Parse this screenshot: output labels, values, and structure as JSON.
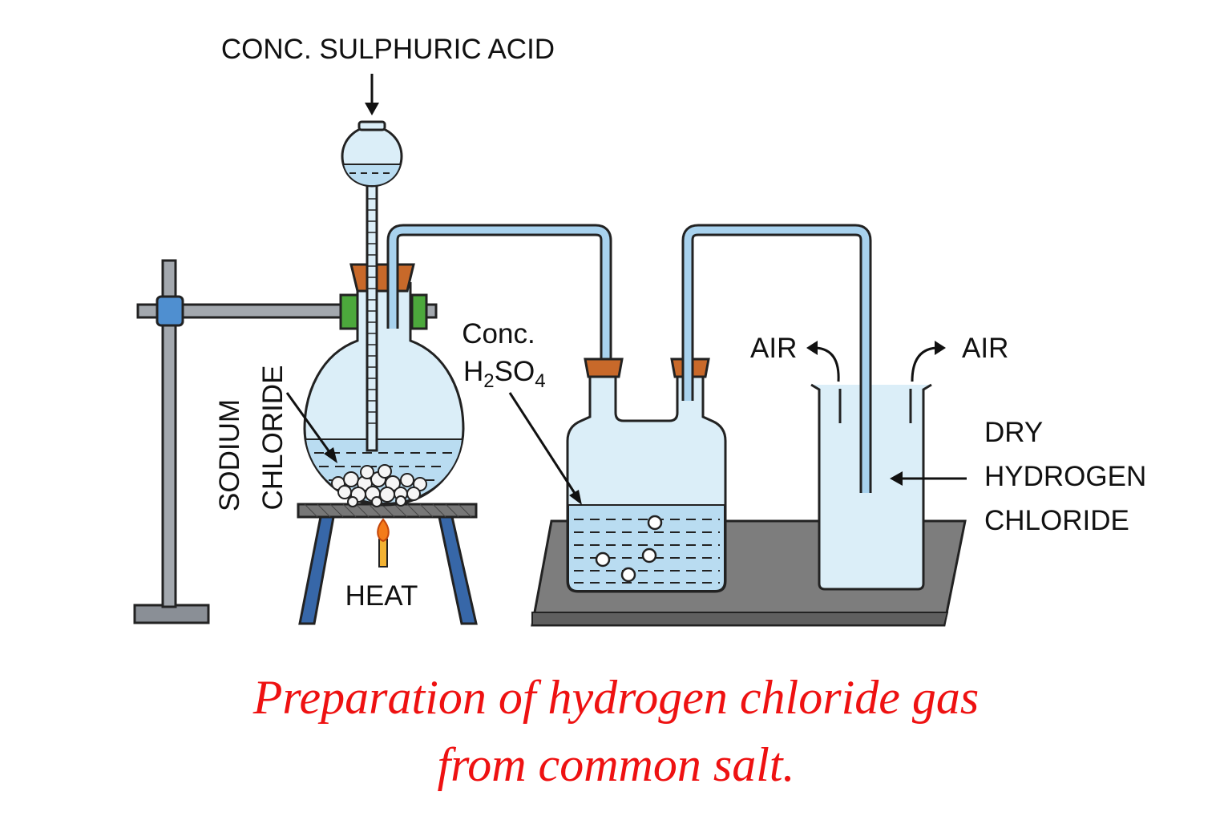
{
  "labels": {
    "acid_top": "CONC. SULPHURIC ACID",
    "sodium": "SODIUM",
    "chloride_vert": "CHLORIDE",
    "heat": "HEAT",
    "conc": "Conc.",
    "h2so4": {
      "h": "H",
      "sub2": "2",
      "so": "SO",
      "sub4": "4"
    },
    "air_left": "AIR",
    "air_right": "AIR",
    "dry": "DRY",
    "hydrogen": "HYDROGEN",
    "chloride": "CHLORIDE"
  },
  "caption": {
    "line1": "Preparation of hydrogen chloride gas",
    "line2": "from common salt."
  },
  "colors": {
    "glass": "#dbeef8",
    "liquid": "#b9dcf1",
    "tube": "#a8d2ee",
    "cork": "#c8692a",
    "clamp_green": "#4ca83c",
    "stand_metal": "#8a8f96",
    "tripod_blue": "#3767a8",
    "tray": "#7d7d7d",
    "caption_red": "#ee1111"
  }
}
